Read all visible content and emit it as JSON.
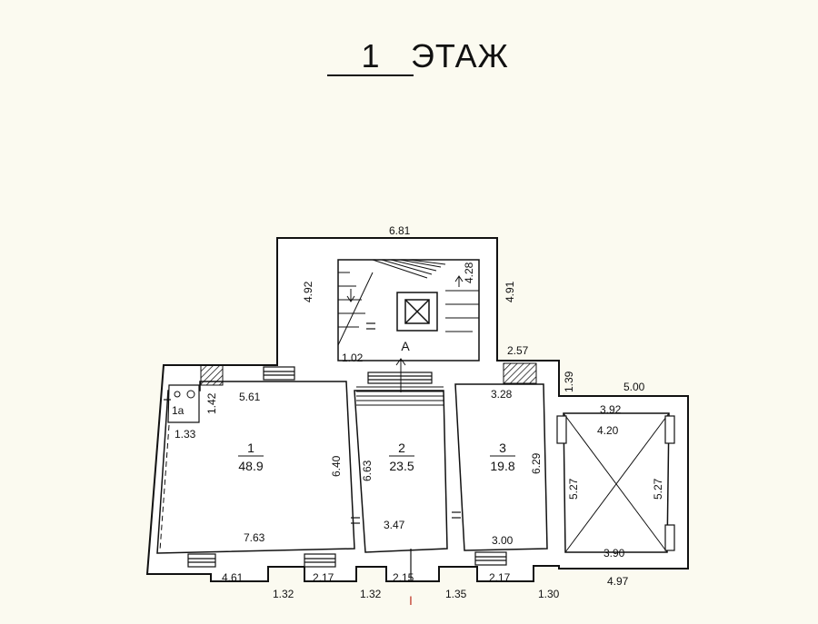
{
  "title": {
    "number": "1",
    "word": "ЭТАЖ"
  },
  "rooms": [
    {
      "id": "1",
      "area": "48.9"
    },
    {
      "id": "2",
      "area": "23.5"
    },
    {
      "id": "3",
      "area": "19.8"
    }
  ],
  "labels": {
    "stair": "А",
    "wc": "1а",
    "axis": "I"
  },
  "dims": {
    "top_width": "6.81",
    "stair_left": "4.92",
    "stair_right": "4.91",
    "stair_inner": "4.28",
    "stair_bottom": "1.02",
    "corner_right": "2.57",
    "right_height": "1.39",
    "right_width": "5.00",
    "r1_top": "5.61",
    "r1_side": "6.40",
    "r1_bottom": "7.63",
    "wc_height": "1.42",
    "wc_width": "1.33",
    "r2_side": "6.63",
    "r2_bottom": "3.47",
    "r3_top": "3.28",
    "r3_side": "6.29",
    "r3_bottom": "3.00",
    "r4_top": "3.92",
    "r4_diag": "4.20",
    "r4_left": "5.27",
    "r4_right": "5.27",
    "r4_bottom": "3.90",
    "outer_right_bottom": "4.97",
    "bottom_1": "4.61",
    "bottom_2": "2.17",
    "bottom_3": "2.15",
    "bottom_4": "2.17",
    "niche_1": "1.32",
    "niche_2": "1.32",
    "niche_3": "1.35",
    "niche_4": "1.30"
  }
}
